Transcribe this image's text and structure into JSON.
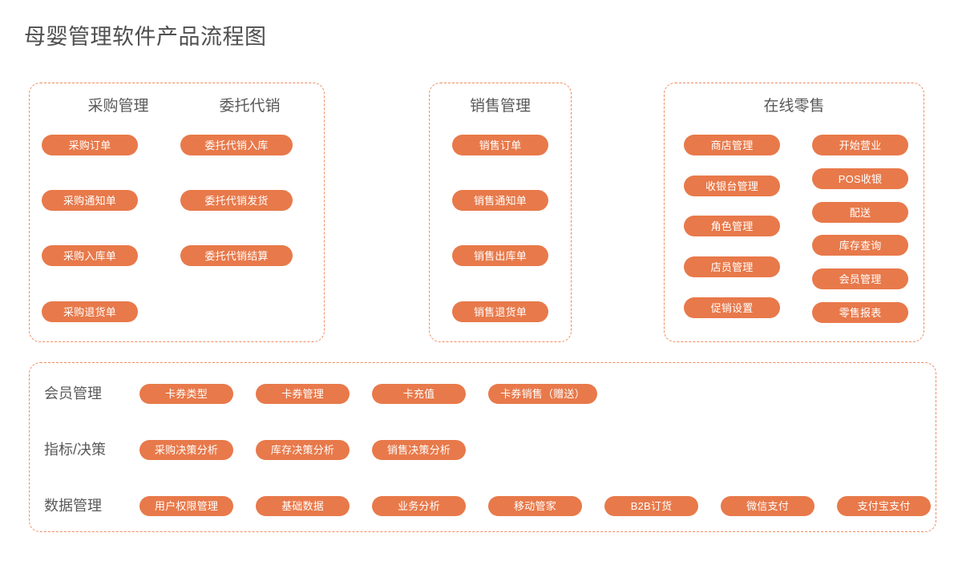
{
  "page": {
    "title": "母婴管理软件产品流程图",
    "accent_color": "#e8794a",
    "panel_border_color": "#ef8b5f",
    "heading_color": "#595959",
    "background_color": "#ffffff"
  },
  "panels": [
    {
      "id": "purchase",
      "columns": [
        {
          "heading": "采购管理",
          "items": [
            "采购订单",
            "采购通知单",
            "采购入库单",
            "采购退货单"
          ]
        },
        {
          "heading": "委托代销",
          "items": [
            "委托代销入库",
            "委托代销发货",
            "委托代销结算"
          ]
        }
      ]
    },
    {
      "id": "sales",
      "columns": [
        {
          "heading": "销售管理",
          "items": [
            "销售订单",
            "销售通知单",
            "销售出库单",
            "销售退货单"
          ]
        }
      ]
    },
    {
      "id": "retail",
      "heading": "在线零售",
      "columns": [
        {
          "heading": "",
          "items": [
            "商店管理",
            "收银台管理",
            "角色管理",
            "店员管理",
            "促销设置"
          ]
        },
        {
          "heading": "",
          "items": [
            "开始营业",
            "POS收银",
            "配送",
            "库存查询",
            "会员管理",
            "零售报表"
          ]
        }
      ]
    }
  ],
  "platform": {
    "rows": [
      {
        "label": "会员管理",
        "items": [
          "卡券类型",
          "卡券管理",
          "卡充值",
          "卡券销售（赠送）"
        ]
      },
      {
        "label": "指标/决策",
        "items": [
          "采购决策分析",
          "库存决策分析",
          "销售决策分析"
        ]
      },
      {
        "label": "数据管理",
        "items": [
          "用户权限管理",
          "基础数据",
          "业务分析",
          "移动管家",
          "B2B订货",
          "微信支付",
          "支付宝支付"
        ]
      }
    ]
  }
}
